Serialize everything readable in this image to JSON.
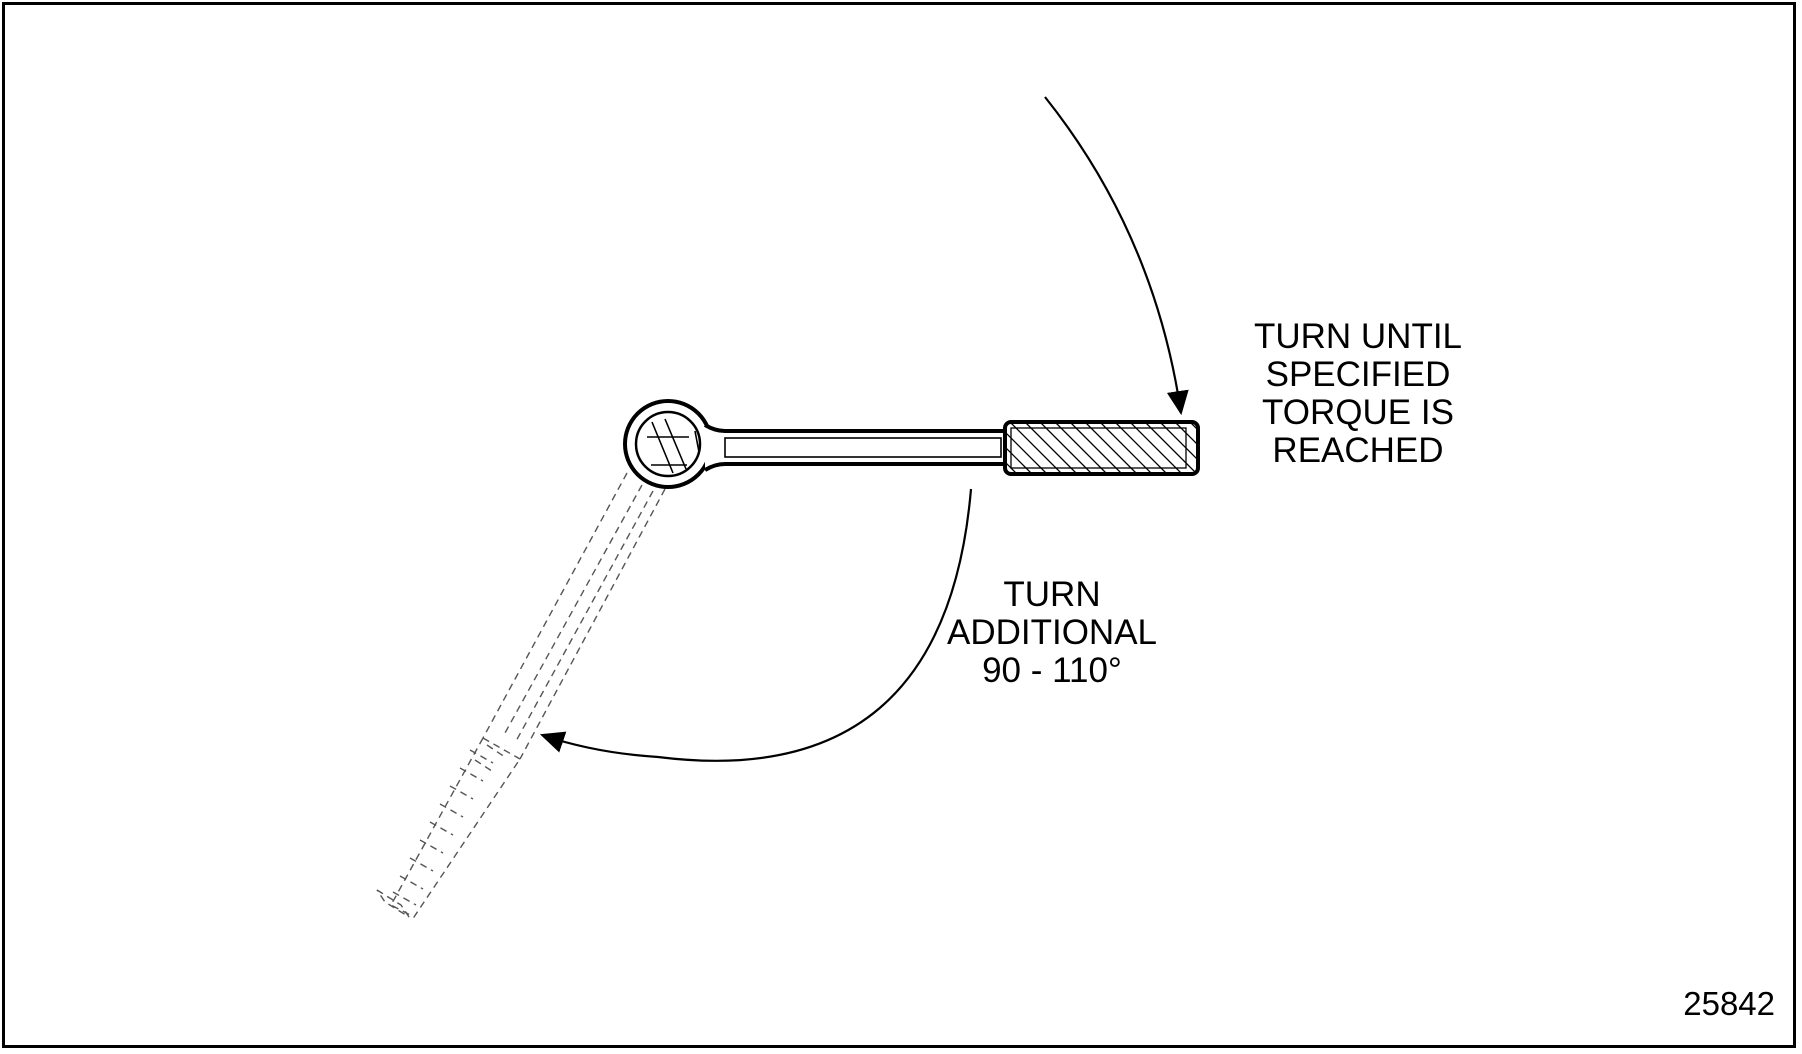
{
  "labels": {
    "turn_until_torque": "TURN UNTIL\nSPECIFIED\nTORQUE IS\nREACHED",
    "turn_additional": "TURN\nADDITIONAL\n90 - 110°"
  },
  "figure_number": "25842",
  "colors": {
    "line": "#000000",
    "ghost_line": "#666666",
    "background": "#ffffff"
  }
}
